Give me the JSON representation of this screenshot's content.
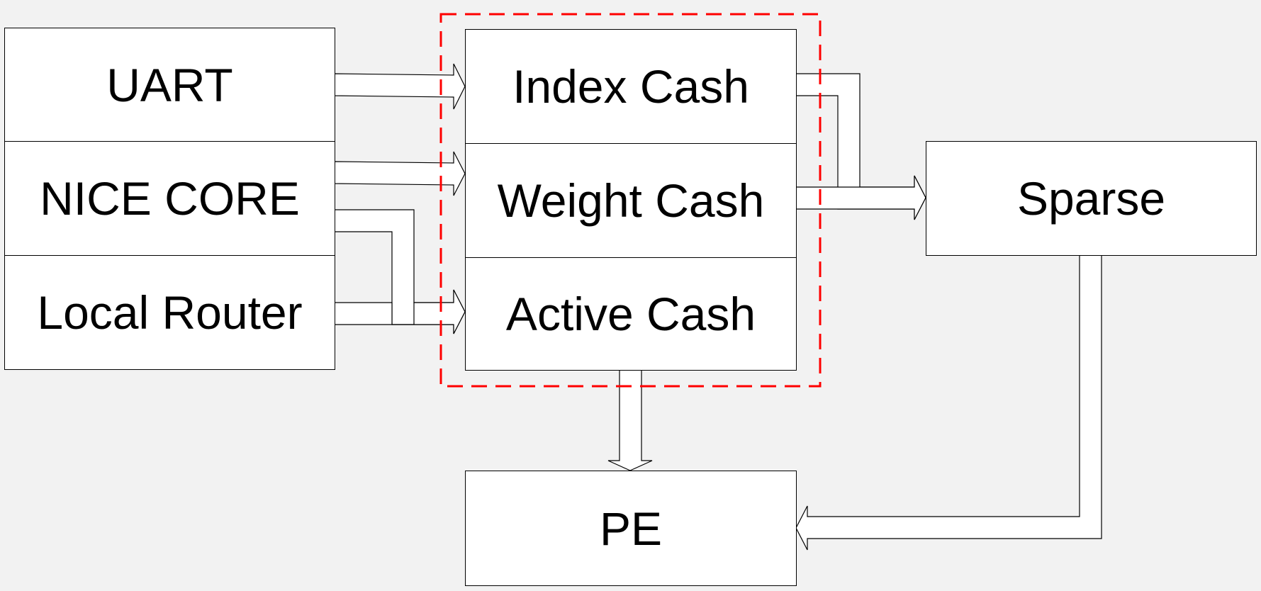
{
  "diagram": {
    "title": "",
    "blocks": {
      "uart": "UART",
      "nice_core": "NICE CORE",
      "local_router": "Local Router",
      "index_cash": "Index Cash",
      "weight_cash": "Weight Cash",
      "active_cash": "Active Cash",
      "sparse": "Sparse",
      "pe": "PE"
    },
    "colors": {
      "background": "#f2f2f2",
      "block_fill": "#ffffff",
      "outline": "#000000",
      "cache_group_border": "#ff0000"
    },
    "connections": [
      {
        "from": "UART",
        "to": "Index Cash"
      },
      {
        "from": "NICE CORE",
        "to": "Weight Cash"
      },
      {
        "from": "NICE CORE",
        "to": "Active Cash"
      },
      {
        "from": "Local Router",
        "to": "Active Cash"
      },
      {
        "from": "Index Cash",
        "to": "Sparse"
      },
      {
        "from": "Weight Cash",
        "to": "Sparse"
      },
      {
        "from": "Active Cash",
        "to": "PE"
      },
      {
        "from": "Sparse",
        "to": "PE"
      }
    ]
  }
}
